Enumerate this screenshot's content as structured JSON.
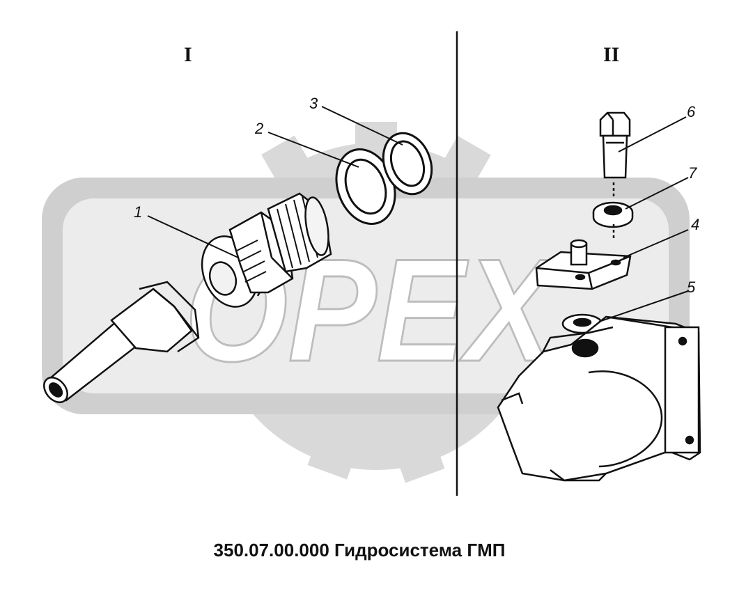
{
  "diagram": {
    "caption": "350.07.00.000 Гидросистема ГМП",
    "section_labels": [
      "I",
      "II"
    ],
    "callouts": [
      "1",
      "2",
      "3",
      "4",
      "5",
      "6",
      "7"
    ],
    "watermark": "OPEX",
    "colors": {
      "line": "#111111",
      "watermark_fill": "#d9d9d9",
      "watermark_dark": "#c8c8c8",
      "background": "#ffffff"
    }
  }
}
